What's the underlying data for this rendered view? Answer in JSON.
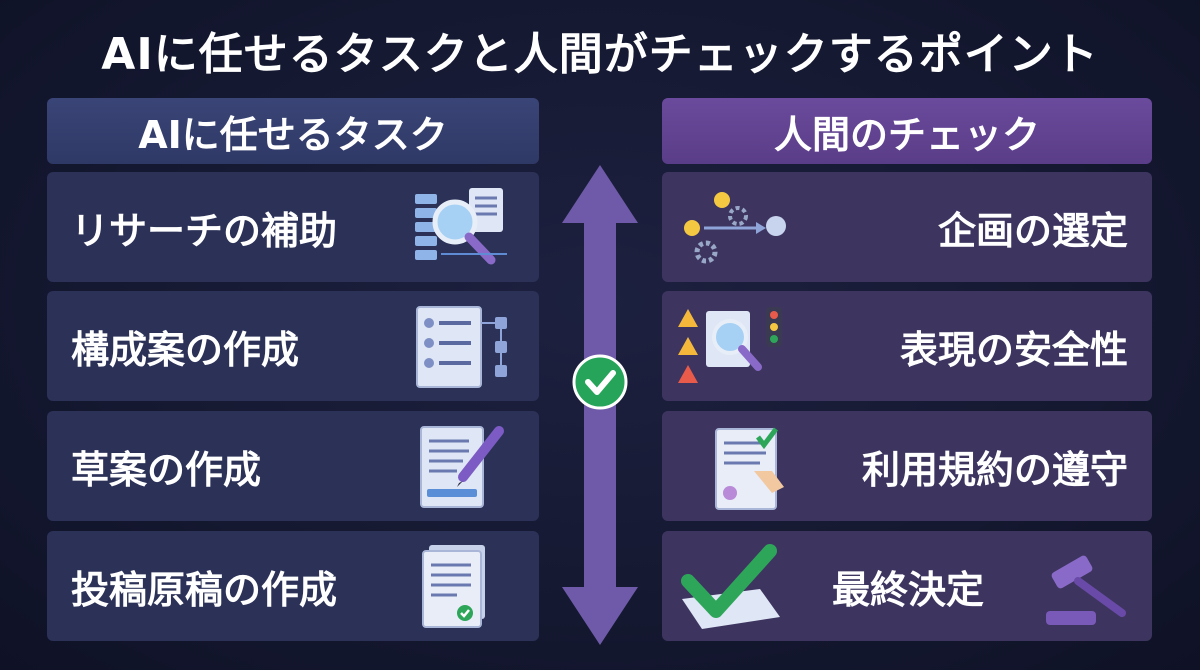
{
  "title": "AIに任せるタスクと人間がチェックするポイント",
  "left": {
    "header": "AIに任せるタスク",
    "items": [
      {
        "label": "リサーチの補助",
        "icon": "magnifier-data-icon"
      },
      {
        "label": "構成案の作成",
        "icon": "outline-structure-icon"
      },
      {
        "label": "草案の作成",
        "icon": "document-pen-icon"
      },
      {
        "label": "投稿原稿の作成",
        "icon": "document-check-icon"
      }
    ]
  },
  "right": {
    "header": "人間のチェック",
    "items": [
      {
        "label": "企画の選定",
        "icon": "ideas-gears-icon"
      },
      {
        "label": "表現の安全性",
        "icon": "warning-inspection-icon"
      },
      {
        "label": "利用規約の遵守",
        "icon": "contract-hand-icon"
      },
      {
        "label": "最終決定",
        "icon": "gavel-check-icon"
      }
    ]
  },
  "colors": {
    "background": "#141830",
    "left_card": "#2b3157",
    "right_card": "#3d3560",
    "arrow": "#6e5aa8",
    "check": "#25a45a"
  }
}
